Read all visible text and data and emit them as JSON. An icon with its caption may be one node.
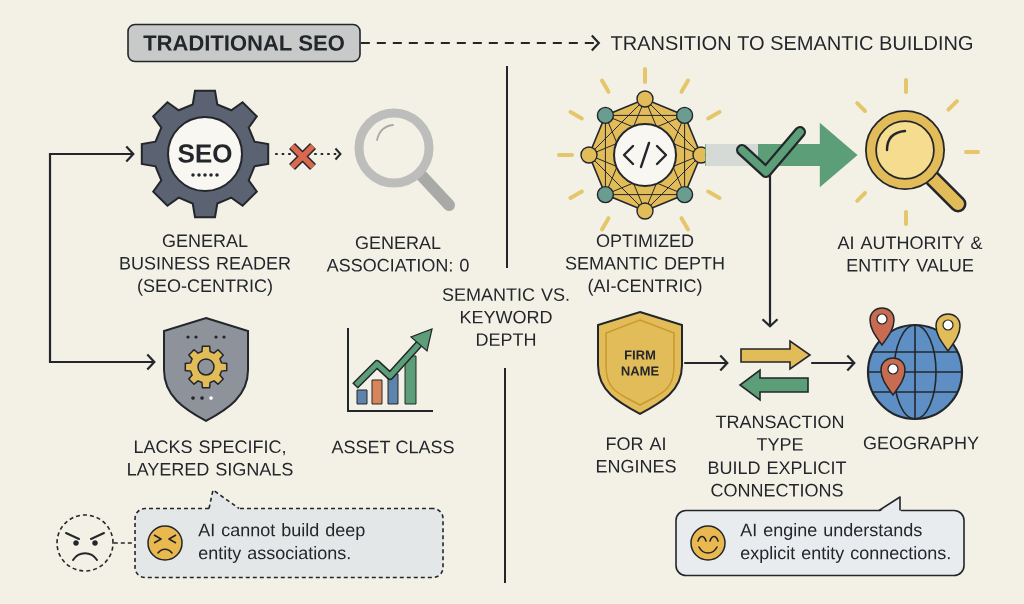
{
  "diagram": {
    "nodes": [
      {
        "text": [
          "TRADITIONAL SEO"
        ]
      },
      {
        "text": [
          "TRANSITION TO SEMANTIC BUILDING"
        ]
      },
      {
        "text": [
          "SEO"
        ],
        "beside": [
          "GENERAL BUSINESS READER (SEO-CENTRIC)"
        ]
      },
      {
        "text": [],
        "shape": "picture",
        "beside": [
          "GENERAL ASSOCIATION: 0"
        ]
      },
      {
        "text": [],
        "shape": "picture",
        "beside": [
          "LACKS SPECIFIC, LAYERED SIGNALS"
        ]
      },
      {
        "text": [],
        "shape": "picture",
        "beside": [
          "ASSET CLASS"
        ]
      },
      {
        "text": [],
        "shape": "circle"
      },
      {
        "text": [
          "AI cannot build deep entity associations."
        ]
      },
      {
        "text": [],
        "shape": "picture",
        "beside": [
          "OPTIMIZED SEMANTIC DEPTH (AI-CENTRIC)"
        ]
      },
      {
        "text": [],
        "shape": "picture",
        "beside": [
          "AI AUTHORITY & ENTITY VALUE"
        ]
      },
      {
        "text": [
          "FIRM NAME"
        ],
        "beside": [
          "FOR AI ENGINES"
        ]
      },
      {
        "text": [],
        "shape": "picture",
        "beside": [
          "TRANSACTION TYPE",
          "BUILD EXPLICIT CONNECTIONS"
        ]
      },
      {
        "text": [],
        "shape": "picture",
        "beside": [
          "GEOGRAPHY"
        ]
      },
      {
        "text": [
          "AI engine understands explicit entity connections."
        ]
      }
    ],
    "edges": [
      {
        "from": 0,
        "to": 1,
        "arrow": "to",
        "style": "dashed"
      },
      {
        "from": null,
        "to": 2,
        "arrow": "to"
      },
      {
        "from": null,
        "to": 4,
        "arrow": "to"
      },
      {
        "from": 2,
        "to": 3,
        "arrow": "to",
        "style": "dashed"
      },
      {
        "from": 6,
        "to": 7,
        "arrow": "none",
        "style": "dashed"
      },
      {
        "from": 8,
        "to": 9,
        "arrow": "to",
        "style": "thick",
        "color": "#5c9e77"
      },
      {
        "from": 8,
        "to": 11,
        "arrow": "to"
      },
      {
        "from": 10,
        "to": 11,
        "arrow": "to"
      },
      {
        "from": 11,
        "to": 12,
        "arrow": "to"
      }
    ],
    "labels": [
      "SEMANTIC VS. KEYWORD DEPTH"
    ]
  }
}
